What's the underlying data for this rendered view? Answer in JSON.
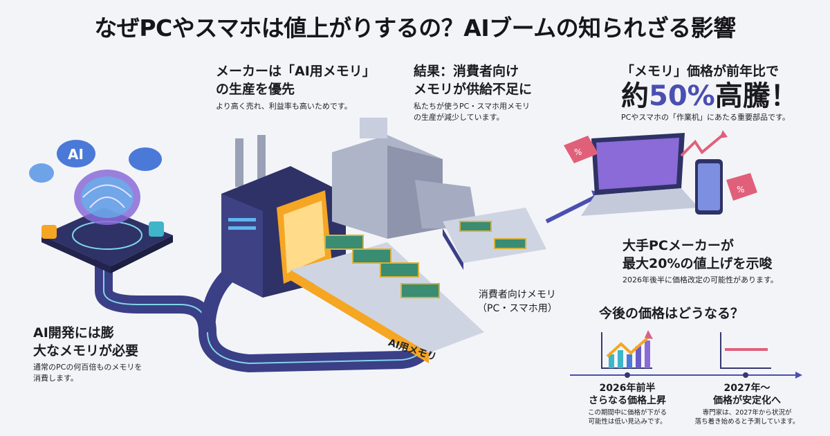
{
  "title": "なぜPCやスマホは値上がりするの？AIブームの知られざる影響",
  "ai_demand": {
    "heading_1": "AI開発には膨",
    "heading_2": "大なメモリが必要",
    "sub_1": "通常のPCの何百倍ものメモリを",
    "sub_2": "消費します。",
    "icon_label": "AI"
  },
  "maker": {
    "heading_1": "メーカーは「AI用メモリ」",
    "heading_2": "の生産を優先",
    "sub": "より高く売れ、利益率も高いためです。"
  },
  "result": {
    "heading_1": "結果：消費者向け",
    "heading_2": "メモリが供給不足に",
    "sub_1": "私たちが使うPC・スマホ用メモリ",
    "sub_2": "の生産が減少しています。"
  },
  "price": {
    "heading": "「メモリ」価格が前年比で",
    "big_prefix": "約",
    "big_value": "50%",
    "big_suffix": "高騰！",
    "sub": "PCやスマホの「作業机」にあたる重要部品です。",
    "tag_symbol": "%"
  },
  "labels": {
    "ai_memory": "AI用メモリ",
    "consumer_memory_1": "消費者向けメモリ",
    "consumer_memory_2": "（PC・スマホ用）"
  },
  "pc_makers": {
    "heading_1": "大手PCメーカーが",
    "heading_2": "最大20%の値上げを示唆",
    "sub": "2026年後半に価格改定の可能性があります。"
  },
  "outlook": {
    "heading": "今後の価格はどうなる？",
    "points": [
      {
        "period": "2026年前半",
        "title": "さらなる価格上昇",
        "desc_1": "この期間中に価格が下がる",
        "desc_2": "可能性は低い見込みです。",
        "trend": "rising"
      },
      {
        "period": "2027年〜",
        "title": "価格が安定化へ",
        "desc_1": "専門家は、2027年から状況が",
        "desc_2": "落ち着き始めると予測しています。",
        "trend": "flat"
      }
    ]
  },
  "colors": {
    "accent": "#4a4fb0",
    "orange": "#f5a623",
    "navy": "#35386e",
    "teal": "#3fb5c9",
    "pink": "#e0607a"
  }
}
